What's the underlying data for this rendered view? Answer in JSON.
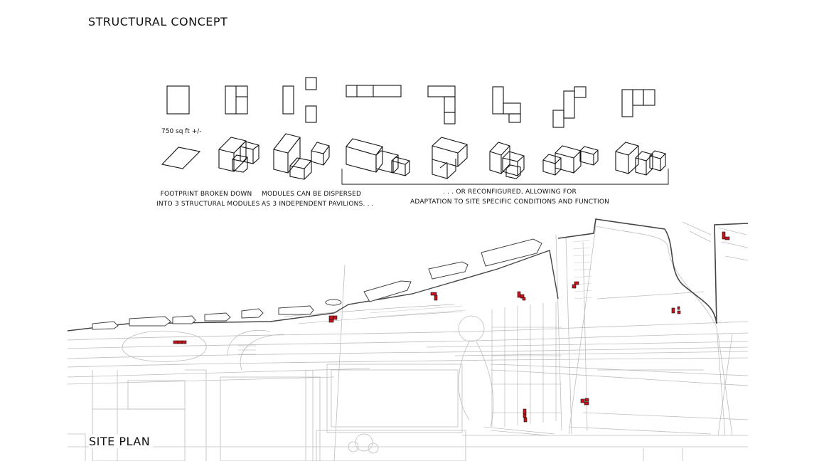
{
  "header": {
    "title": "STRUCTURAL CONCEPT"
  },
  "concept": {
    "area_label": "750 sq ft +/-",
    "captions": {
      "footprint": [
        "FOOTPRINT BROKEN DOWN",
        "INTO 3 STRUCTURAL MODULES"
      ],
      "dispersed": [
        "MODULES CAN BE DISPERSED",
        "AS 3 INDEPENDENT PAVILIONS. . ."
      ],
      "reconfigured": [
        ". . . OR RECONFIGURED, ALLOWING FOR",
        "ADAPTATION TO SITE SPECIFIC CONDITIONS AND FUNCTION"
      ]
    }
  },
  "site": {
    "title": "SITE PLAN"
  },
  "colors": {
    "ink": "#111111",
    "map_line": "#b8b8b8",
    "pavilion_fill": "#c8141e"
  }
}
